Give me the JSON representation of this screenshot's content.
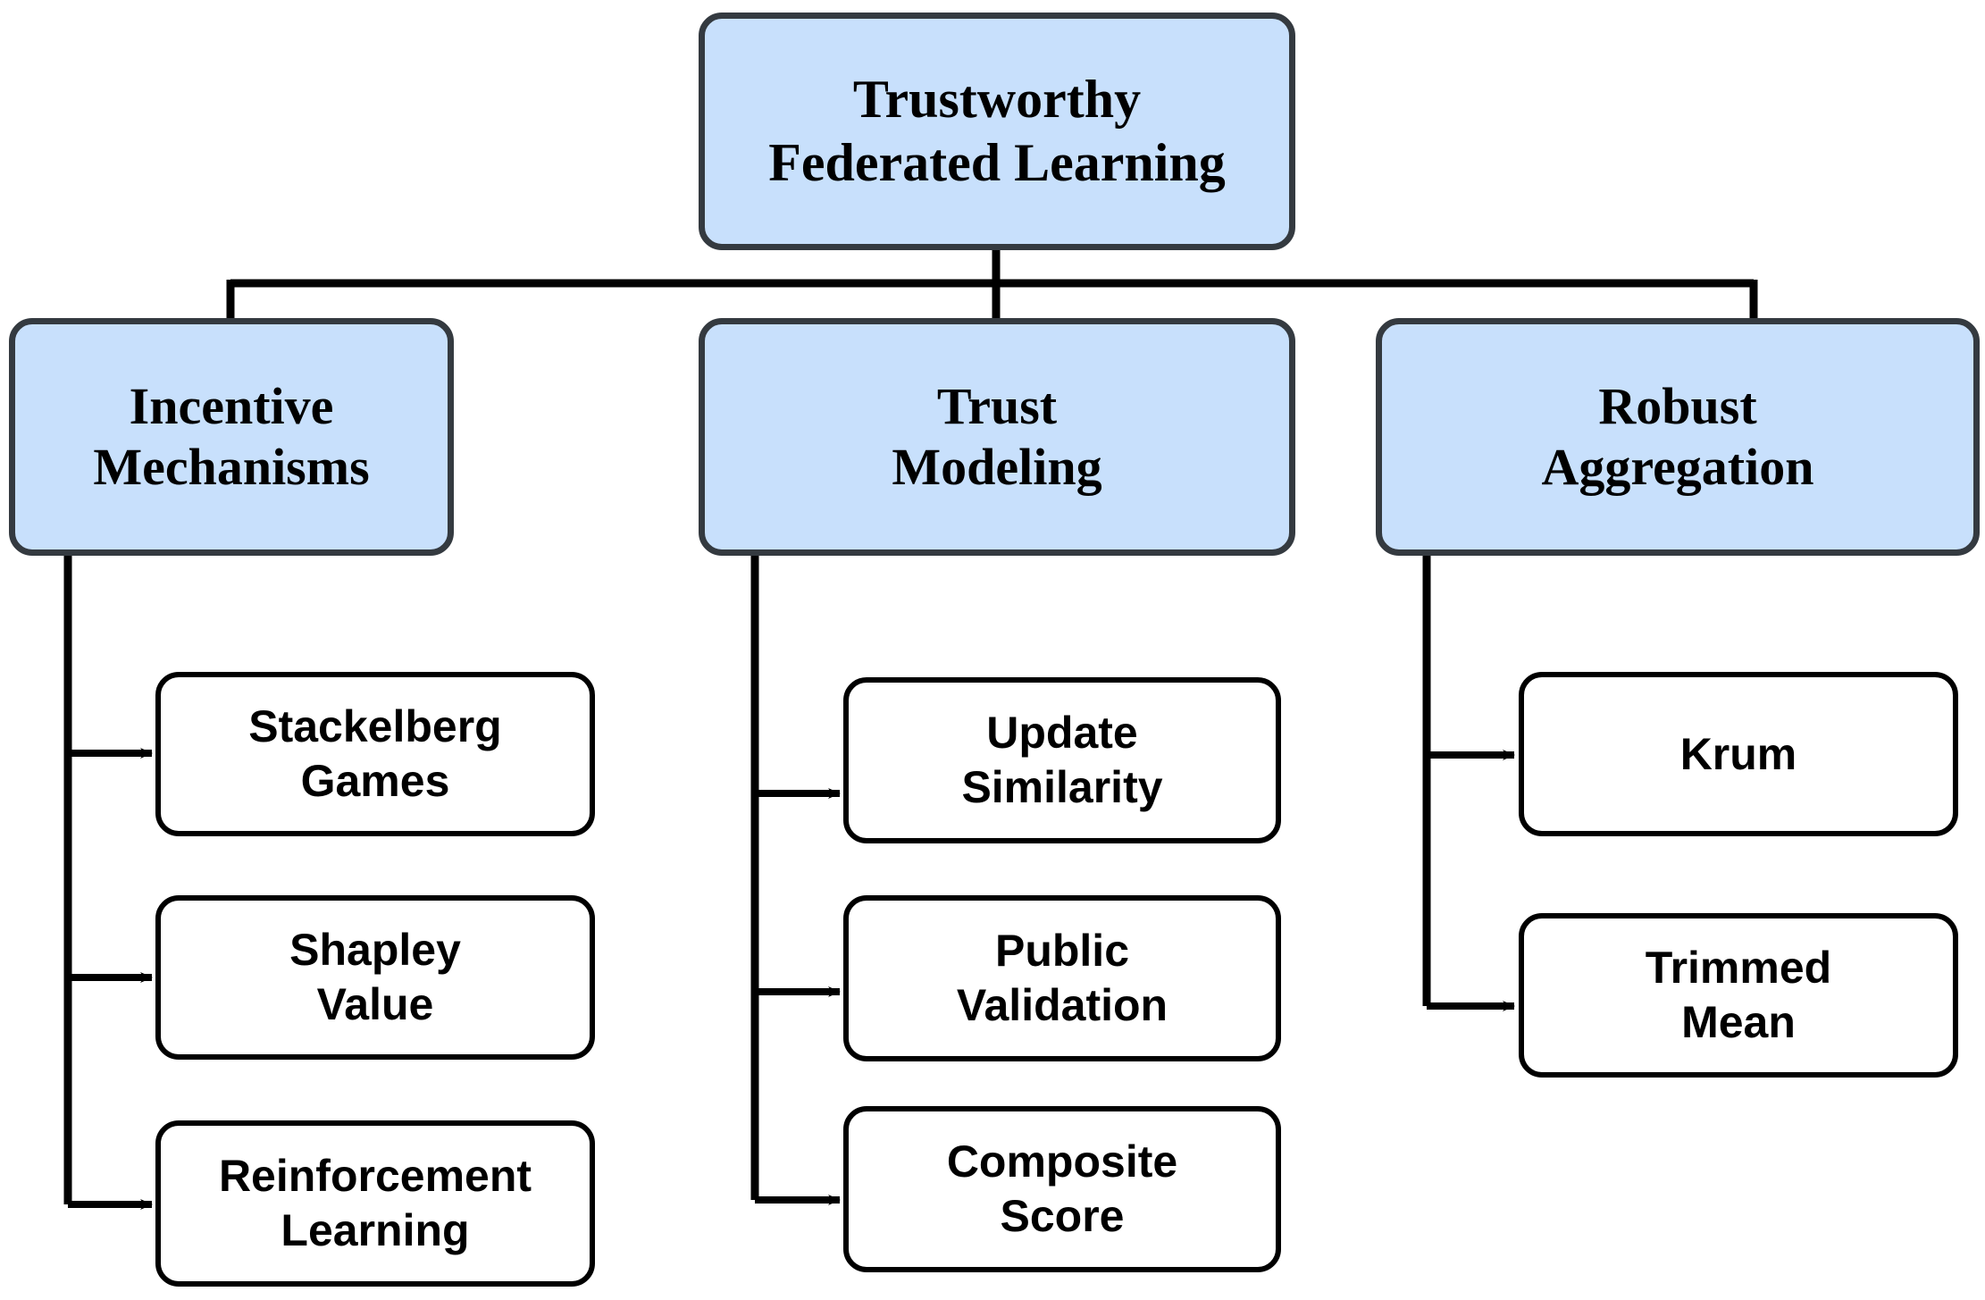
{
  "diagram": {
    "title": "Trustworthy Federated Learning",
    "type": "hierarchy-tree",
    "colors": {
      "node_fill_branch": "#c8e0fc",
      "node_fill_leaf": "#ffffff",
      "node_border_branch": "#343a40",
      "node_border_leaf": "#000000",
      "connector": "#000000",
      "background": "#ffffff",
      "text": "#000000"
    },
    "root": {
      "id": "trustworthy-federated-learning",
      "line1": "Trustworthy",
      "line2": "Federated Learning"
    },
    "branches": [
      {
        "id": "incentive-mechanisms",
        "line1": "Incentive",
        "line2": "Mechanisms",
        "children": [
          {
            "id": "stackelberg-games",
            "line1": "Stackelberg",
            "line2": "Games"
          },
          {
            "id": "shapley-value",
            "line1": "Shapley",
            "line2": "Value"
          },
          {
            "id": "reinforcement-learning",
            "line1": "Reinforcement",
            "line2": "Learning"
          }
        ]
      },
      {
        "id": "trust-modeling",
        "line1": "Trust",
        "line2": "Modeling",
        "children": [
          {
            "id": "update-similarity",
            "line1": "Update",
            "line2": "Similarity"
          },
          {
            "id": "public-validation",
            "line1": "Public",
            "line2": "Validation"
          },
          {
            "id": "composite-score",
            "line1": "Composite",
            "line2": "Score"
          }
        ]
      },
      {
        "id": "robust-aggregation",
        "line1": "Robust",
        "line2": "Aggregation",
        "children": [
          {
            "id": "krum",
            "line1": "Krum",
            "line2": ""
          },
          {
            "id": "trimmed-mean",
            "line1": "Trimmed",
            "line2": "Mean"
          }
        ]
      }
    ]
  }
}
